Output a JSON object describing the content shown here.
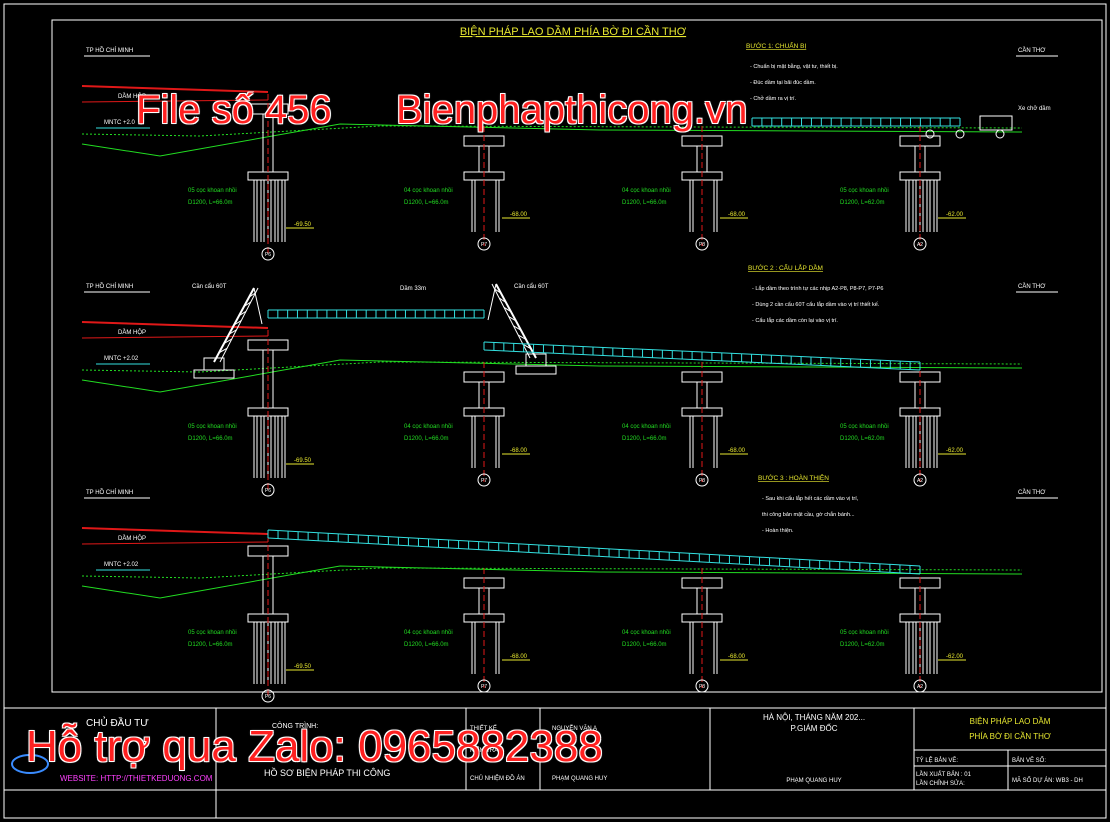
{
  "title": "BIỆN PHÁP LAO DẦM PHÍA BỜ ĐI CẦN THƠ",
  "left_direction": "TP HỒ CHÍ MINH",
  "right_direction": "CẦN THƠ",
  "girder_label": "DẦM HỘP",
  "water_level_1": "MNTC +2.0",
  "water_level_2": "MNTC +2.02",
  "truck_label": "Xe chở dầm",
  "crane_label": "Cần cẩu 60T",
  "span_label": "Dầm 33m",
  "pier_labels": [
    "P6",
    "P7",
    "P8",
    "A2"
  ],
  "pile_notes": [
    {
      "count": "05 cọc khoan nhồi",
      "spec": "D1200, L=66.0m"
    },
    {
      "count": "04 cọc khoan nhồi",
      "spec": "D1200, L=66.0m"
    },
    {
      "count": "04 cọc khoan nhồi",
      "spec": "D1200, L=66.0m"
    },
    {
      "count": "05 cọc khoan nhồi",
      "spec": "D1200, L=62.0m"
    }
  ],
  "pile_tip_levels": [
    "-69.50",
    "-68.00",
    "-68.00",
    "-62.00"
  ],
  "steps": [
    {
      "title": "BƯỚC 1: CHUẨN BỊ",
      "lines": [
        "- Chuẩn bị mặt bằng, vật tư, thiết bị.",
        "- Đúc dầm tại bãi đúc dầm.",
        "- Chở dầm ra vị trí."
      ]
    },
    {
      "title": "BƯỚC 2 : CẨU LẮP DẦM",
      "lines": [
        "- Lắp dầm theo trình tự các nhịp A2-P8, P8-P7, P7-P6",
        "- Dùng 2 cần cẩu 60T cẩu lắp dầm vào vị trí thiết kế.",
        "- Cẩu lắp các dầm còn lại vào vị trí."
      ]
    },
    {
      "title": "BƯỚC 3 : HOÀN THIỆN",
      "lines": [
        "- Sau khi cẩu lắp hết các dầm vào vị trí,",
        "  thi công bản mặt cầu, gờ chắn bánh...",
        "- Hoàn thiện."
      ]
    }
  ],
  "title_block": {
    "owner": "CHỦ ĐẦU TƯ",
    "project": "CÔNG TRÌNH:",
    "design_stage": "HỒ SƠ BIỆN PHÁP THI CÔNG",
    "role_1": "THIẾT KẾ",
    "role_2": "KIỂM TRA",
    "role_3": "CHỦ NHIỆM ĐỒ ÁN",
    "name_1": "NGUYỄN VĂN A",
    "name_2": "PHẠM QUANG HUY",
    "place_date": "HÀ NỘI, THÁNG   NĂM 202...",
    "director": "P.GIÁM ĐỐC",
    "director_name": "PHẠM QUANG HUY",
    "drawing_title_1": "BIỆN PHÁP LAO DẦM",
    "drawing_title_2": "PHÍA BỜ ĐI CẦN THƠ",
    "scale": "TỶ LỆ BẢN VẼ:",
    "sheet": "BẢN VẼ SỐ:",
    "issue": "LẦN XUẤT BẢN : 01",
    "revision": "LẦN CHỈNH SỬA:",
    "code": "MÃ SỐ DỰ ÁN: WB3 - DH",
    "website": "WEBSITE: HTTP://THIETKEDUONG.COM"
  },
  "watermarks": {
    "file": "File số 456",
    "site": "Bienphapthicong.vn",
    "zalo": "Hỗ trợ qua Zalo: 0965882388"
  },
  "colors": {
    "green": "#22dd22",
    "cyan": "#33e0e0",
    "red": "#e01818",
    "white": "#ffffff",
    "yellow": "#e8e830",
    "watermark": "#ff2020"
  }
}
